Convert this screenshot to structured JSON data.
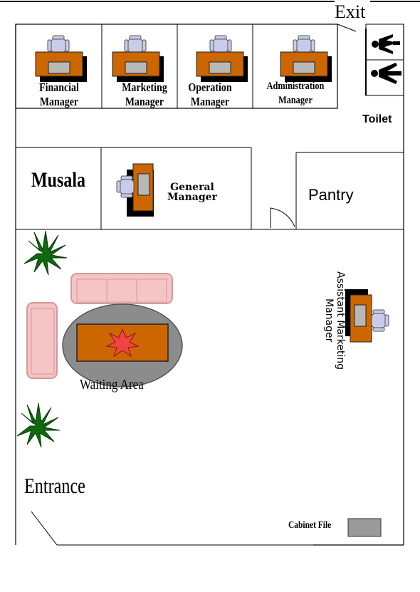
{
  "labels": {
    "exit": "Exit",
    "toilet": "Toilet",
    "financial_manager": [
      "Financial",
      "Manager"
    ],
    "marketing_manager": [
      "Marketing",
      "Manager"
    ],
    "operation_manager": [
      "Operation",
      "Manager"
    ],
    "administration_manager": [
      "Administration",
      "Manager"
    ],
    "musala": "Musala",
    "general_manager": [
      "General",
      "Manager"
    ],
    "pantry": "Pantry",
    "assistant_marketing_manager": [
      "Assistant Marketing",
      "Manager"
    ],
    "waiting_area": "Waiting Area",
    "entrance": "Entrance",
    "cabinet_file": "Cabinet File"
  },
  "colors": {
    "desk": "#cc6600",
    "desk_shadow": "#000000",
    "chair": "#c8cce8",
    "sofa": "#f5c4c4",
    "sofa_edge": "#d39a9a",
    "table_ellipse": "#8c8c8c",
    "plant": "#0d6b0d",
    "flower": "#ee4444",
    "cabinet": "#9a9a9a",
    "toilet_icon": "#000000"
  },
  "icons": [
    "desk-icon",
    "office-chair-icon",
    "sofa-icon",
    "plant-icon",
    "flower-icon",
    "man-icon",
    "woman-icon",
    "cabinet-icon"
  ]
}
